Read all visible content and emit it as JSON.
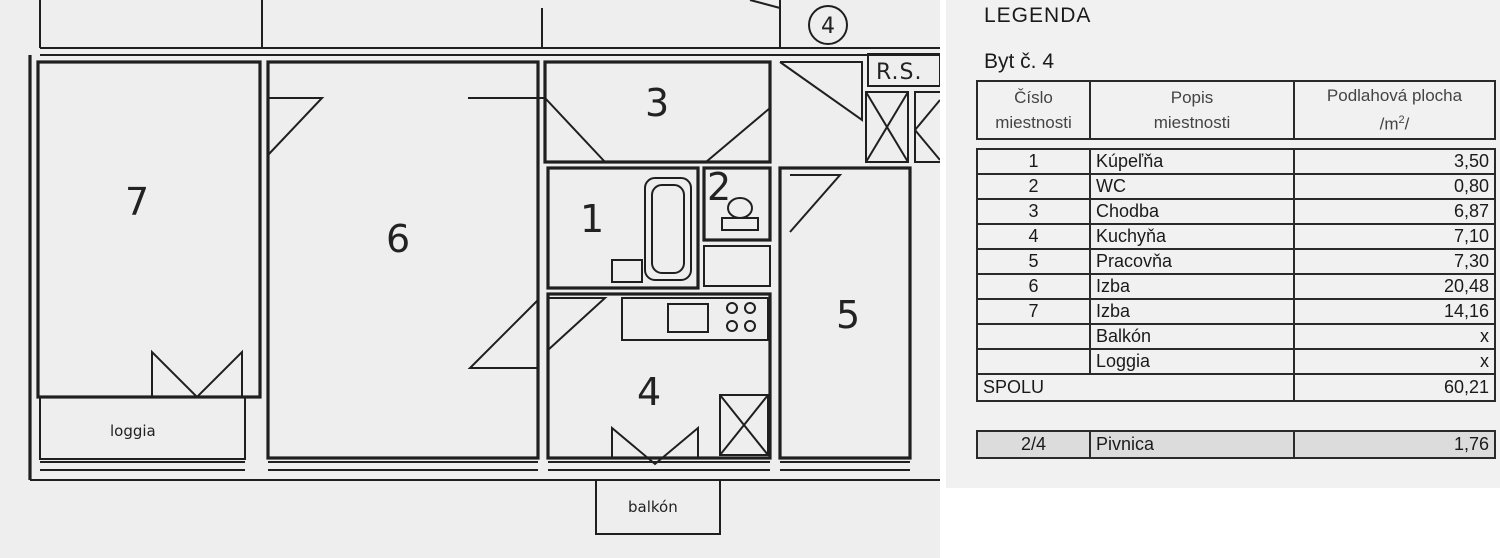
{
  "plan": {
    "rooms": [
      {
        "number": "7"
      },
      {
        "number": "6"
      },
      {
        "number": "3"
      },
      {
        "number": "1"
      },
      {
        "number": "2"
      },
      {
        "number": "4"
      },
      {
        "number": "5"
      }
    ],
    "apartment_marker": "4",
    "riser_label": "R.S.",
    "loggia_label": "loggia",
    "balcony_label": "balkón"
  },
  "legend": {
    "title": "LEGENDA",
    "subtitle": "Byt č. 4",
    "headers": {
      "number_line1": "Číslo",
      "number_line2": "miestnosti",
      "desc_line1": "Popis",
      "desc_line2": "miestnosti",
      "area_line1": "Podlahová plocha",
      "area_line2": "/m",
      "area_sup": "2",
      "area_line2_end": "/"
    },
    "rows": [
      {
        "num": "1",
        "desc": "Kúpeľňa",
        "area": "3,50"
      },
      {
        "num": "2",
        "desc": "WC",
        "area": "0,80"
      },
      {
        "num": "3",
        "desc": "Chodba",
        "area": "6,87"
      },
      {
        "num": "4",
        "desc": "Kuchyňa",
        "area": "7,10"
      },
      {
        "num": "5",
        "desc": "Pracovňa",
        "area": "7,30"
      },
      {
        "num": "6",
        "desc": "Izba",
        "area": "20,48"
      },
      {
        "num": "7",
        "desc": "Izba",
        "area": "14,16"
      },
      {
        "num": "",
        "desc": "Balkón",
        "area": "x"
      },
      {
        "num": "",
        "desc": "Loggia",
        "area": "x"
      }
    ],
    "total": {
      "label": "SPOLU",
      "area": "60,21"
    },
    "cellar": {
      "num": "2/4",
      "desc": "Pivnica",
      "area": "1,76"
    }
  }
}
